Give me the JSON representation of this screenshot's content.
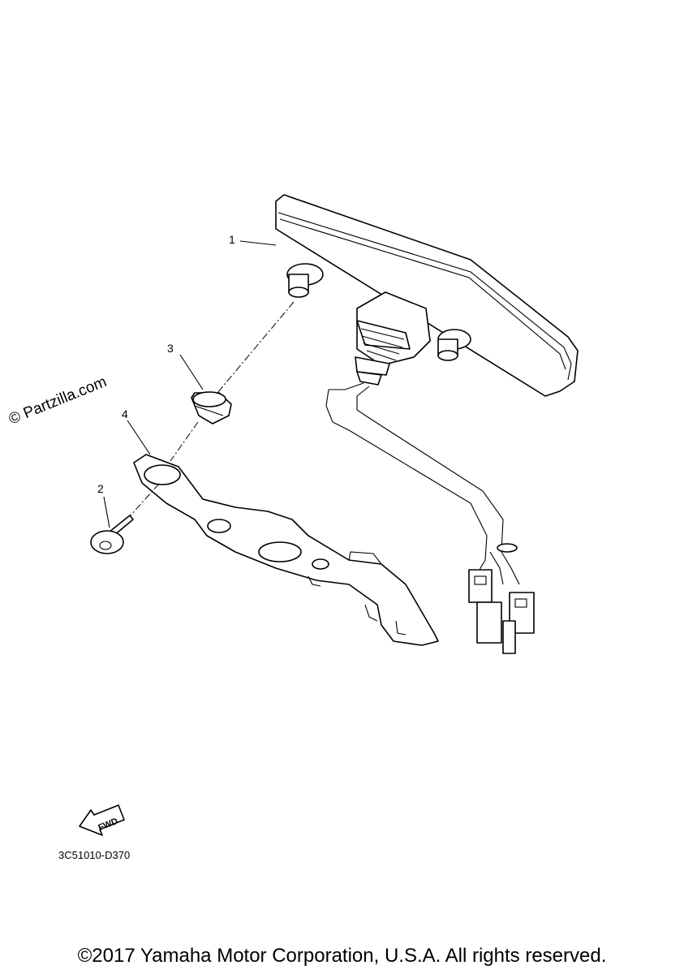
{
  "callouts": [
    {
      "num": "1",
      "part": "meter assembly"
    },
    {
      "num": "2",
      "part": "screw"
    },
    {
      "num": "3",
      "part": "grommet"
    },
    {
      "num": "4",
      "part": "bracket"
    }
  ],
  "watermark": "© Partzilla.com",
  "fwd_label": "FWD",
  "diagram_code": "3C51010-D370",
  "copyright": "©2017 Yamaha Motor Corporation, U.S.A. All rights reserved."
}
